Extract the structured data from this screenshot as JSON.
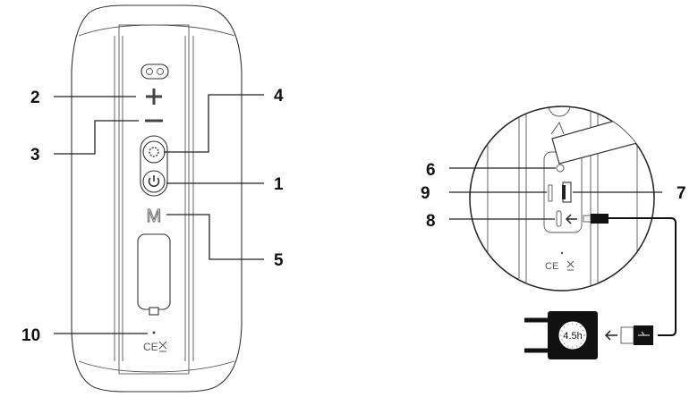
{
  "title": "Speaker controls and ports diagram",
  "callouts": {
    "power": "1",
    "volume_up": "2",
    "volume_down": "3",
    "light": "4",
    "mode": "5",
    "indicator": "6",
    "usb_out": "7",
    "usb_c_in": "8",
    "tf_slot": "9",
    "mic": "10"
  },
  "mode_letter": "M",
  "cert_marks": "CE",
  "charge_time": "4.5h",
  "colors": {
    "line": "#222222",
    "charger": "#111111"
  }
}
